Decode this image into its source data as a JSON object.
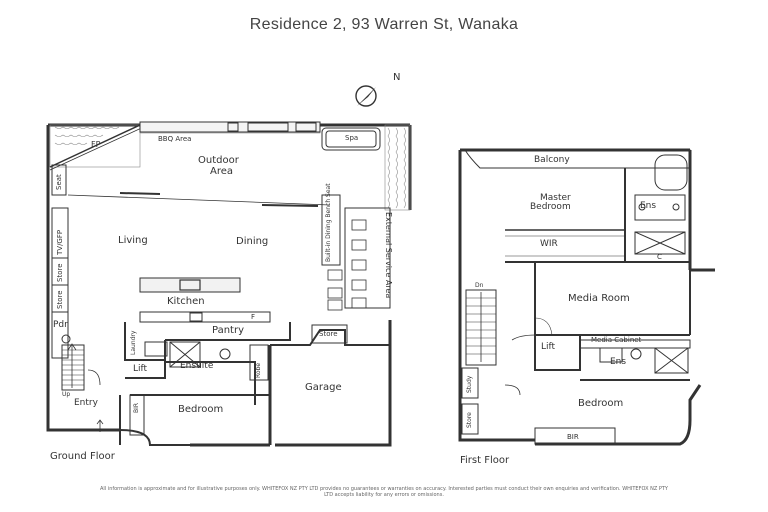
{
  "title": "Residence  2, 93 Warren St, Wanaka",
  "compass": {
    "label": "N"
  },
  "ground_floor": {
    "label": "Ground Floor",
    "rooms": {
      "bbq_area": "BBQ Area",
      "spa": "Spa",
      "fp": "FP",
      "outdoor_area_1": "Outdoor",
      "outdoor_area_2": "Area",
      "seat": "Seat",
      "tv_gfp": "TV/GFP",
      "store_1": "Store",
      "store_2": "Store",
      "living": "Living",
      "dining": "Dining",
      "kitchen": "Kitchen",
      "built_in_bench": "Built-in Dining Bench Seat",
      "external_service_area": "External Service Area",
      "pdr": "Pdr",
      "laundry": "Laundry",
      "pantry": "Pantry",
      "fridge": "F",
      "store_3": "Store",
      "lift": "Lift",
      "ensuite": "Ensuite",
      "robe": "Robe",
      "garage": "Garage",
      "up": "Up",
      "entry": "Entry",
      "bir": "BIR",
      "bedroom": "Bedroom"
    }
  },
  "first_floor": {
    "label": "First Floor",
    "rooms": {
      "balcony": "Balcony",
      "master_bedroom_1": "Master",
      "master_bedroom_2": "Bedroom",
      "ens_1": "Ens",
      "wir": "WIR",
      "c": "C",
      "dn": "Dn",
      "media_room": "Media Room",
      "lift": "Lift",
      "media_cabinet": "Media Cabinet",
      "ens_2": "Ens",
      "study": "Study",
      "store": "Store",
      "bedroom": "Bedroom",
      "bir": "BIR"
    }
  },
  "disclaimer": "All information is approximate and for illustrative purposes only. WHITEFOX NZ PTY LTD provides no guarantees or warranties on accuracy. Interested parties must conduct their own enquiries and verification. WHITEFOX NZ PTY LTD accepts liability for any errors or omissions."
}
